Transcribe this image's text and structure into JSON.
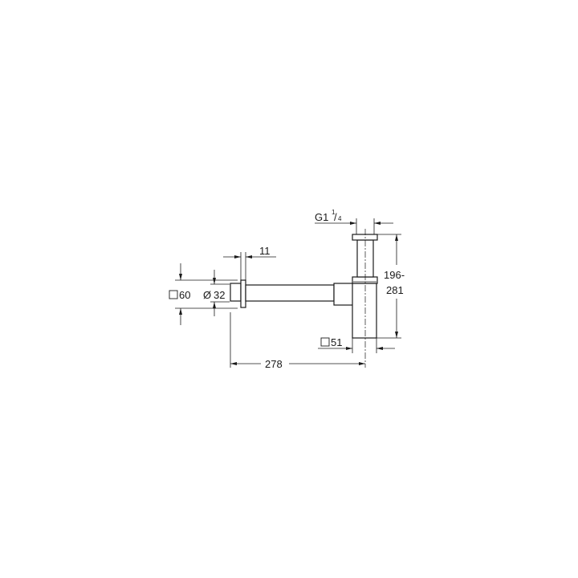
{
  "drawing": {
    "type": "technical-dimension-drawing",
    "subject": "bottle trap with wall pipe and flange",
    "line_color": "#1a1a1a",
    "background": "#ffffff"
  },
  "dimensions": {
    "thread": {
      "prefix": "G1",
      "sup": "1",
      "slash": "/",
      "sub": "4"
    },
    "height_range_top": "196-",
    "height_range_bottom": "281",
    "flange_thickness": "11",
    "flange_square": "60",
    "pipe_diameter": "32",
    "pipe_diameter_symbol": "Ø",
    "body_square": "51",
    "projection": "278"
  },
  "icons": {
    "square_symbol": "square-outline",
    "diameter_symbol": "diameter"
  }
}
